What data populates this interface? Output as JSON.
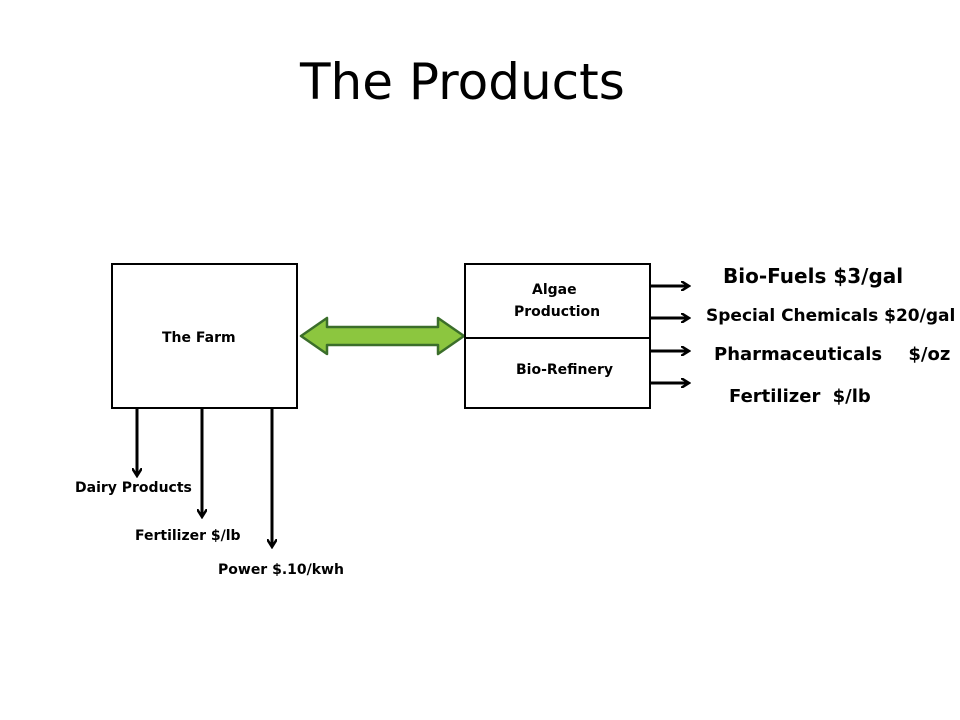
{
  "title": "The Products",
  "farm": {
    "label": "The Farm"
  },
  "algae": {
    "label_line1": "Algae",
    "label_line2": "Production",
    "refinery_label": "Bio-Refinery"
  },
  "products": [
    {
      "name": "Bio-Fuels",
      "price": "$3/gal"
    },
    {
      "name": "Special Chemicals",
      "price": "$20/gal"
    },
    {
      "name": "Pharmaceuticals",
      "price": "$/oz"
    },
    {
      "name": "Fertilizer",
      "price": "$/lb"
    }
  ],
  "farm_outputs": [
    {
      "label": "Dairy Products"
    },
    {
      "label": "Fertilizer $/lb"
    },
    {
      "label": "Power $.10/kwh"
    }
  ],
  "colors": {
    "link_arrow_fill": "#8cc63f",
    "link_arrow_stroke": "#3b6e2a"
  }
}
